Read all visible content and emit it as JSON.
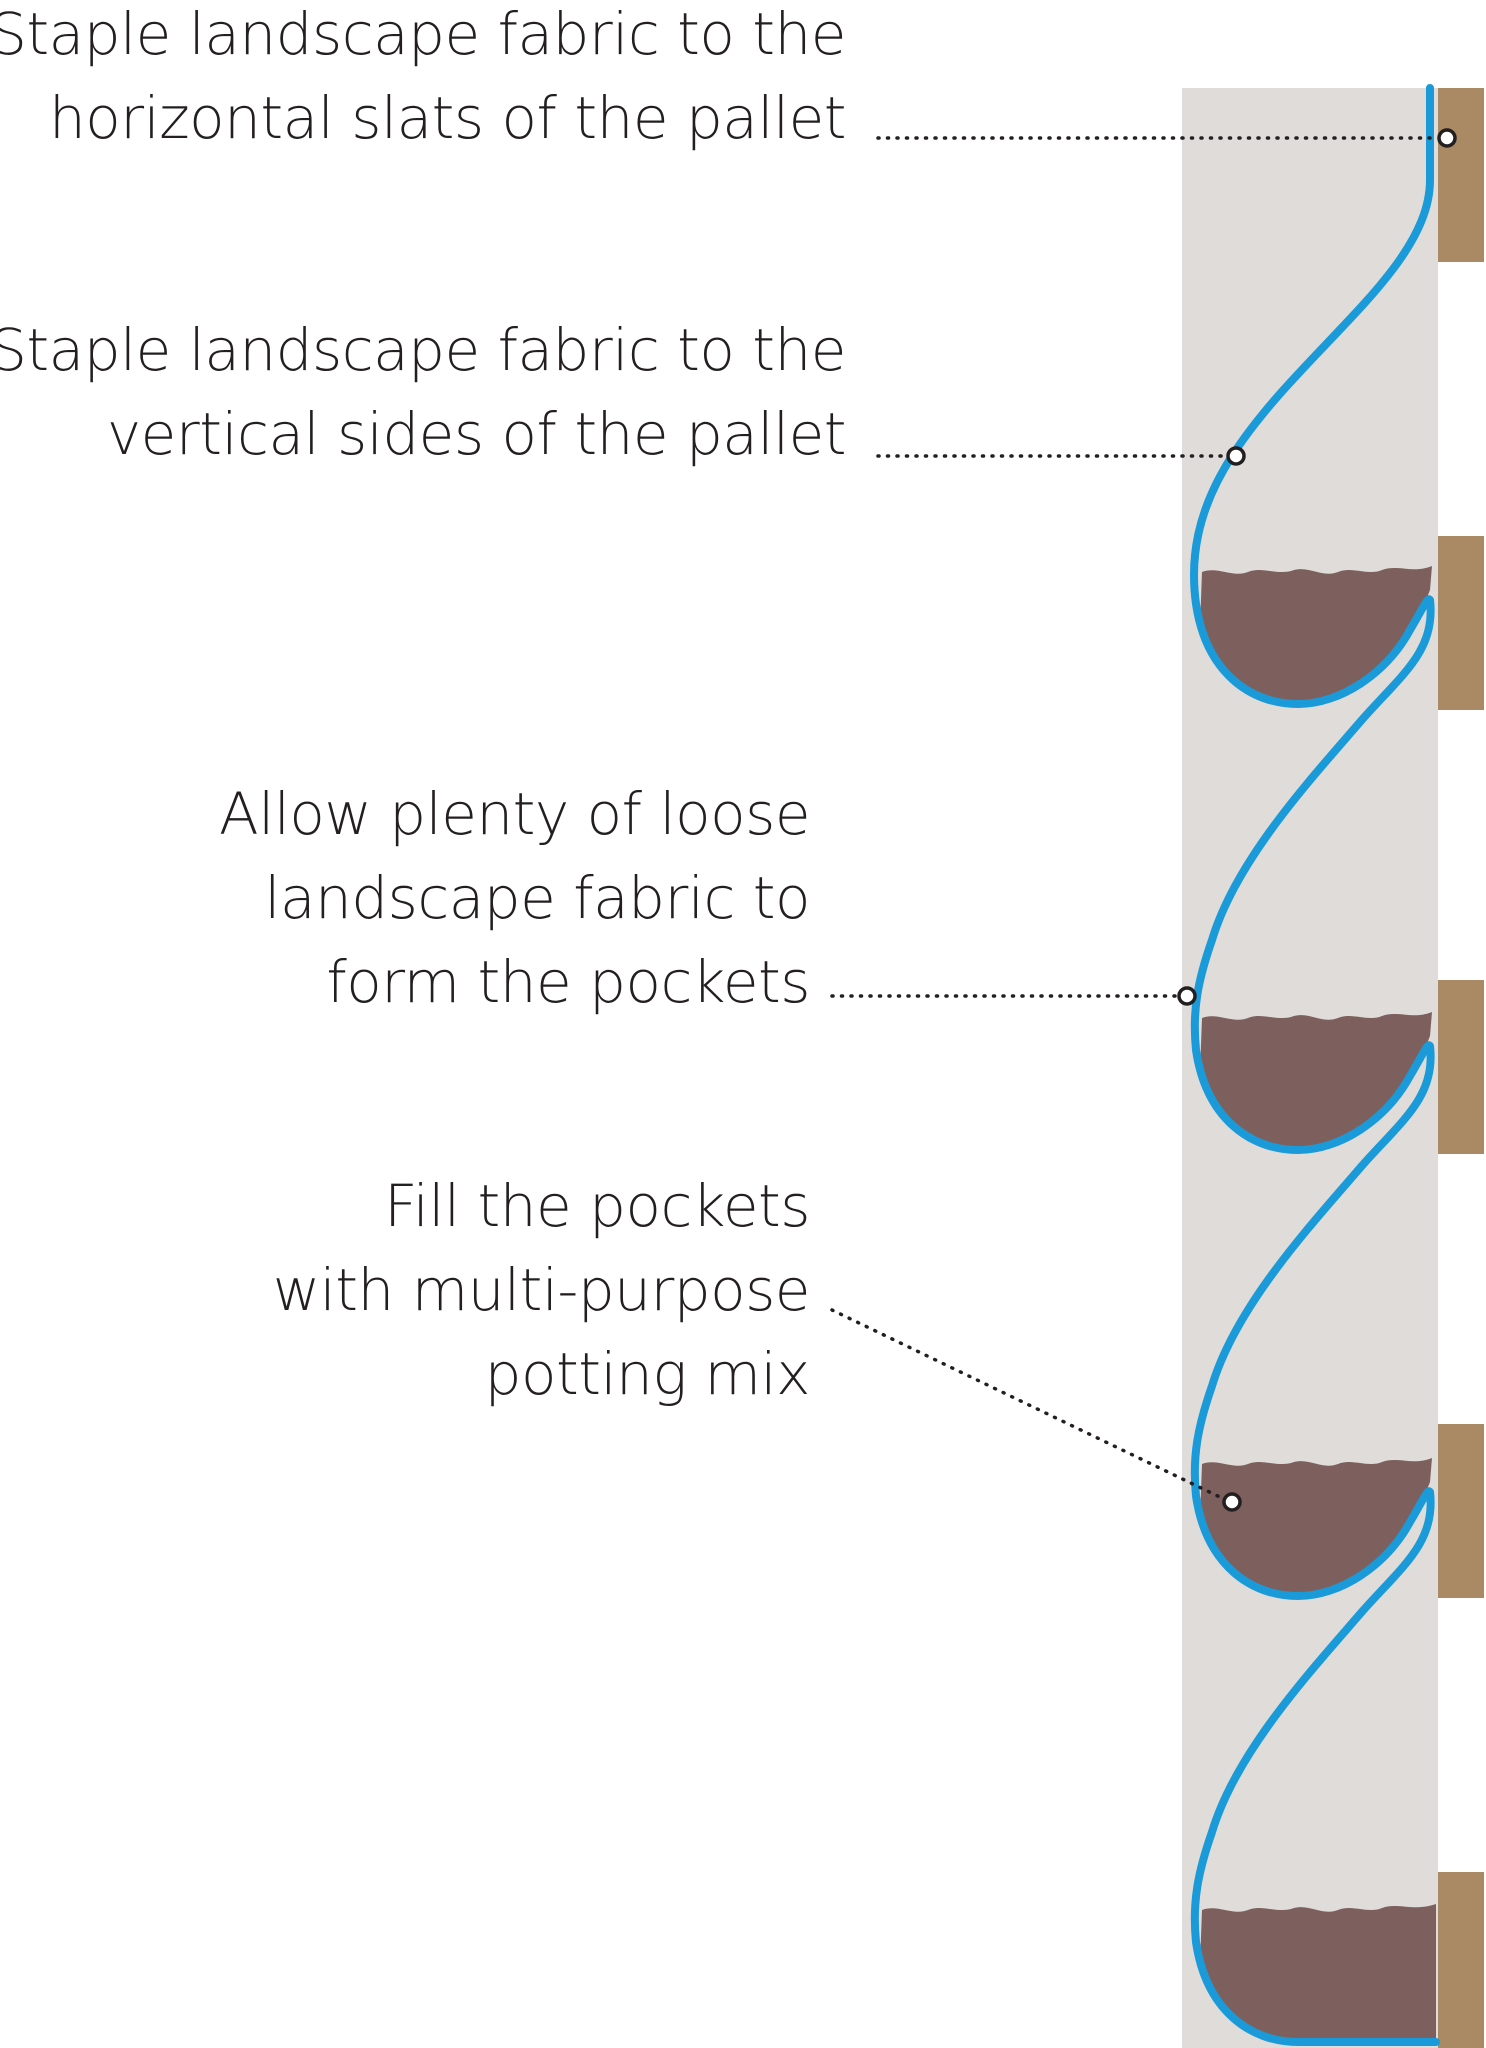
{
  "colors": {
    "background": "#ffffff",
    "pallet": "#e0dcd9",
    "fabric": "#1a9ad9",
    "soil": "#7d605d",
    "slat": "#a98a64",
    "leader": "#231f20",
    "text": "#231f20"
  },
  "callouts": [
    {
      "lines": [
        "Staple landscape fabric to the",
        "horizontal slats of the pallet"
      ],
      "target": "staple-point-slat"
    },
    {
      "lines": [
        "Staple landscape fabric to the",
        "vertical sides of the pallet"
      ],
      "target": "staple-point-side"
    },
    {
      "lines": [
        "Allow plenty of loose",
        "landscape fabric to",
        "form the pockets"
      ],
      "target": "loose-fabric-point"
    },
    {
      "lines": [
        "Fill the pockets",
        "with multi-purpose",
        "potting mix"
      ],
      "target": "potting-mix-point"
    }
  ]
}
